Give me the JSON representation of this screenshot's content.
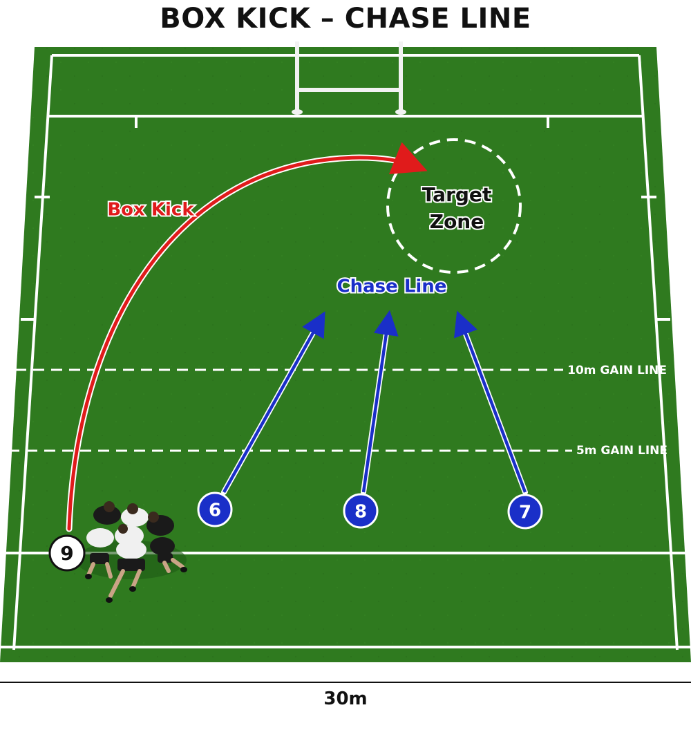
{
  "title": "BOX KICK – CHASE LINE",
  "labels": {
    "box_kick": "Box Kick",
    "target_zone_line1": "Target",
    "target_zone_line2": "Zone",
    "chase_line": "Chase Line",
    "gain_10m": "10m GAIN LINE",
    "gain_5m": "5m GAIN LINE",
    "scale": "30m"
  },
  "players": {
    "scrum_half": "9",
    "left_flanker": "6",
    "number_eight": "8",
    "right_flanker": "7"
  },
  "colors": {
    "grass": "#2f7a1f",
    "kick": "#e01b1b",
    "chase": "#1a2fc8",
    "lines": "#ffffff"
  }
}
